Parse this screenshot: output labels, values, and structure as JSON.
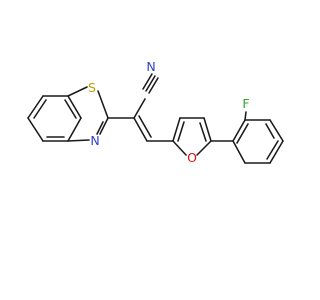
{
  "atoms": [
    {
      "id": "S",
      "symbol": "S",
      "color": "#b8a300"
    },
    {
      "id": "N1",
      "symbol": "N",
      "color": "#2f3fd0"
    },
    {
      "id": "N2",
      "symbol": "N",
      "color": "#2f3fd0"
    },
    {
      "id": "O",
      "symbol": "O",
      "color": "#e01010"
    },
    {
      "id": "F",
      "symbol": "F",
      "color": "#2ea82e"
    }
  ]
}
